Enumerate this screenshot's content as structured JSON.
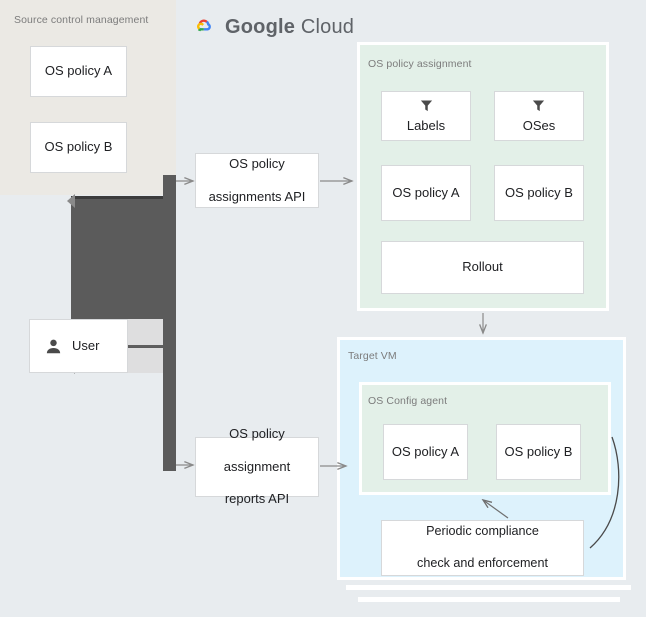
{
  "brand": {
    "name_bold": "Google",
    "name_light": "Cloud",
    "logo_icon": "google-cloud-logo",
    "colors": {
      "red": "#EA4335",
      "blue": "#4285F4",
      "yellow": "#FBBC04",
      "green": "#34A853",
      "text": "#5f6368"
    }
  },
  "panels": {
    "source_control": {
      "label": "Source control management",
      "bg": "#ebe9e4"
    },
    "os_policy_assignment": {
      "label": "OS policy assignment",
      "bg": "#e3f0e8"
    },
    "target_vm": {
      "label": "Target VM",
      "bg": "#ddf2fc"
    },
    "os_config_agent": {
      "label": "OS Config agent",
      "bg": "#e3f0e8"
    }
  },
  "nodes": {
    "scm_policy_a": "OS policy A",
    "scm_policy_b": "OS policy B",
    "api_assignments": "OS policy\nassignments API",
    "api_assignments_line1": "OS policy",
    "api_assignments_line2": "assignments API",
    "api_reports_line1": "OS policy",
    "api_reports_line2": "assignment",
    "api_reports_line3": "reports API",
    "labels": "Labels",
    "oses": "OSes",
    "assign_policy_a": "OS policy A",
    "assign_policy_b": "OS policy B",
    "rollout": "Rollout",
    "vm_policy_a": "OS policy A",
    "vm_policy_b": "OS policy B",
    "compliance_line1": "Periodic compliance",
    "compliance_line2": "check and enforcement",
    "user": "User"
  },
  "icons": {
    "labels_filter": "filter-icon",
    "oses_filter": "filter-icon",
    "user": "person-icon"
  },
  "theme": {
    "page_bg": "#e8ecef",
    "node_bg": "#ffffff",
    "node_border": "#d6d8da",
    "text": "#202124",
    "label_text": "#7c7c7c",
    "connector_dark": "#5b5b5b",
    "arrow_stroke": "#8a8a8a"
  }
}
